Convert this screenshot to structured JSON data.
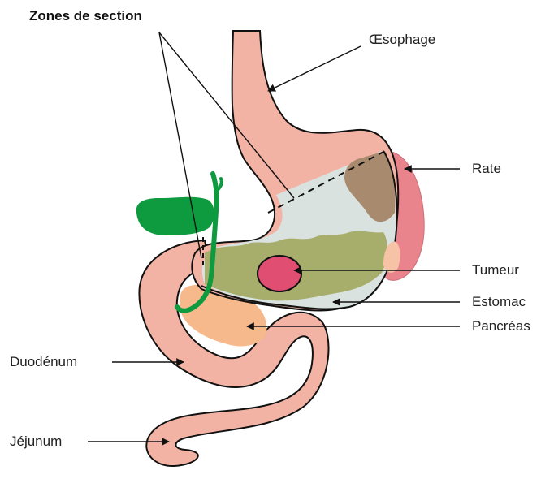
{
  "title": "Zones de section",
  "labels": {
    "oesophage": "Œsophage",
    "rate": "Rate",
    "tumeur": "Tumeur",
    "estomac": "Estomac",
    "pancreas": "Pancréas",
    "duodenum": "Duodénum",
    "jejunum": "Jéjunum"
  },
  "colors": {
    "organ_pink": "#F2B3A4",
    "organ_outline": "#111111",
    "spleen": "#E9848C",
    "pancreas": "#F5B98C",
    "gallbladder": "#0E9A3E",
    "stomach_resected": "#D9E2DF",
    "stomach_lower": "#A7AE6C",
    "tumor": "#E04E72",
    "resected_upper": "#A88A6E"
  }
}
